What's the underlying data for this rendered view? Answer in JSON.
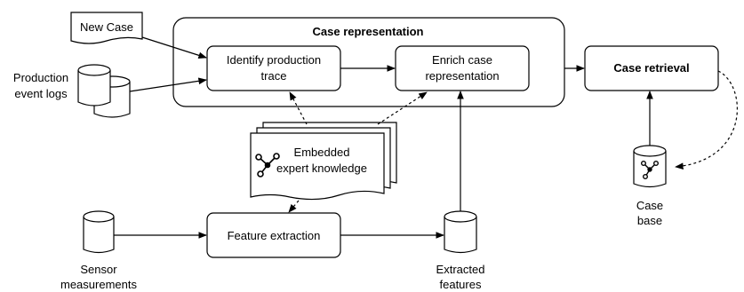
{
  "container": {
    "title": "Case representation"
  },
  "nodes": {
    "new_case": {
      "label": "New Case"
    },
    "production_logs": {
      "line1": "Production",
      "line2": "event logs"
    },
    "identify": {
      "line1": "Identify production",
      "line2": "trace"
    },
    "enrich": {
      "line1": "Enrich case",
      "line2": "representation"
    },
    "retrieval": {
      "label": "Case retrieval"
    },
    "knowledge": {
      "line1": "Embedded",
      "line2": "expert knowledge"
    },
    "feature_extraction": {
      "label": "Feature extraction"
    },
    "sensor": {
      "line1": "Sensor",
      "line2": "measurements"
    },
    "extracted": {
      "line1": "Extracted",
      "line2": "features"
    },
    "case_base": {
      "line1": "Case",
      "line2": "base"
    }
  }
}
